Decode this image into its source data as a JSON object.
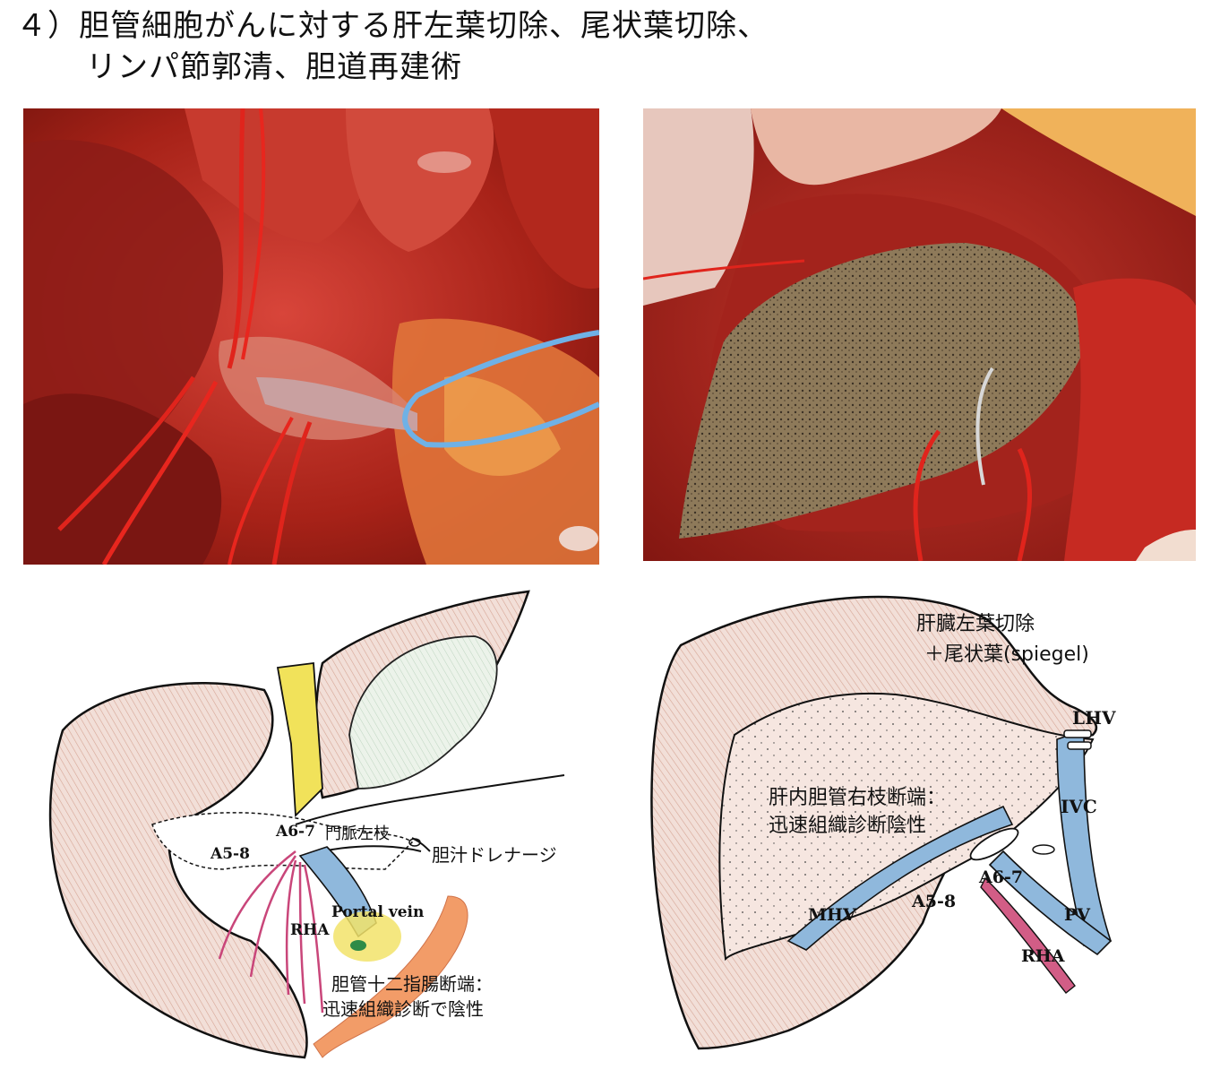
{
  "title": {
    "line1": "４）胆管細胞がんに対する肝左葉切除、尾状葉切除、",
    "line2": "リンパ節郭清、胆道再建術"
  },
  "left_diagram": {
    "label_a67": "A6-7",
    "label_portal_left": "門脈左枝",
    "label_a58": "A5-8",
    "label_bile_drain": "胆汁ドレナージ",
    "label_portal_vein": "Portal vein",
    "label_rha": "RHA",
    "note_line1": "胆管十二指腸断端：",
    "note_line2": "迅速組織診断で陰性"
  },
  "right_diagram": {
    "caption_line1": "肝臓左葉切除",
    "caption_line2": "＋尾状葉(spiegel)",
    "label_lhv": "LHV",
    "label_ivc": "IVC",
    "note_line1": "肝内胆管右枝断端：",
    "note_line2": "迅速組織診断陰性",
    "label_a67": "A6-7",
    "label_a58": "A5-8",
    "label_mhv": "MHV",
    "label_pv": "PV",
    "label_rha": "RHA"
  },
  "colors": {
    "liver_fill": "#efd8d0",
    "liver_hatch": "#c98b78",
    "bile_duct_yellow": "#f1e25a",
    "portal_blue": "#8fb8dc",
    "artery_pink": "#d25d86",
    "gallbladder_green": "#dde9dc",
    "surgical_red": "#c5221a"
  }
}
